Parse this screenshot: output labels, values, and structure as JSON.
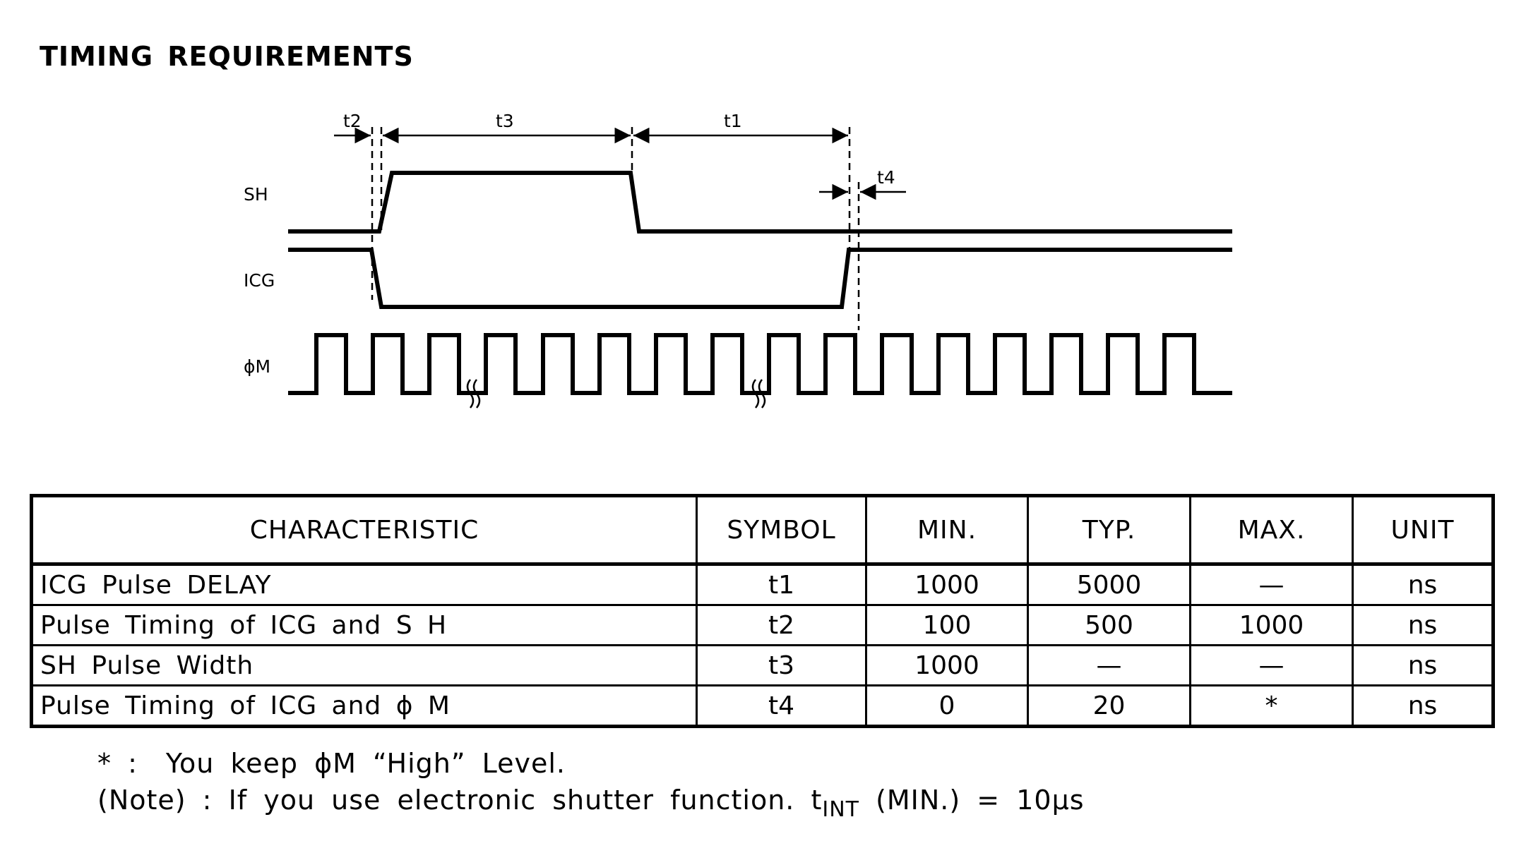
{
  "title": "TIMING REQUIREMENTS",
  "diagram": {
    "signals": [
      "SH",
      "ICG",
      "ϕM"
    ],
    "interval_labels": [
      "t2",
      "t3",
      "t1",
      "t4"
    ]
  },
  "table": {
    "headers": [
      "CHARACTERISTIC",
      "SYMBOL",
      "MIN.",
      "TYP.",
      "MAX.",
      "UNIT"
    ],
    "rows": [
      [
        "ICG Pulse DELAY",
        "t1",
        "1000",
        "5000",
        "—",
        "ns"
      ],
      [
        "Pulse Timing of ICG and S H",
        "t2",
        "100",
        "500",
        "1000",
        "ns"
      ],
      [
        "SH Pulse Width",
        "t3",
        "1000",
        "—",
        "—",
        "ns"
      ],
      [
        "Pulse Timing of ICG and ϕ M",
        "t4",
        "0",
        "20",
        "*",
        "ns"
      ]
    ]
  },
  "notes": {
    "asterisk_mark": "* :",
    "asterisk_text": "You keep ϕM “High” Level.",
    "note_prefix": "(Note) : If you use electronic shutter function. t",
    "note_sub": "INT",
    "note_suffix": " (MIN.) = 10μs"
  }
}
